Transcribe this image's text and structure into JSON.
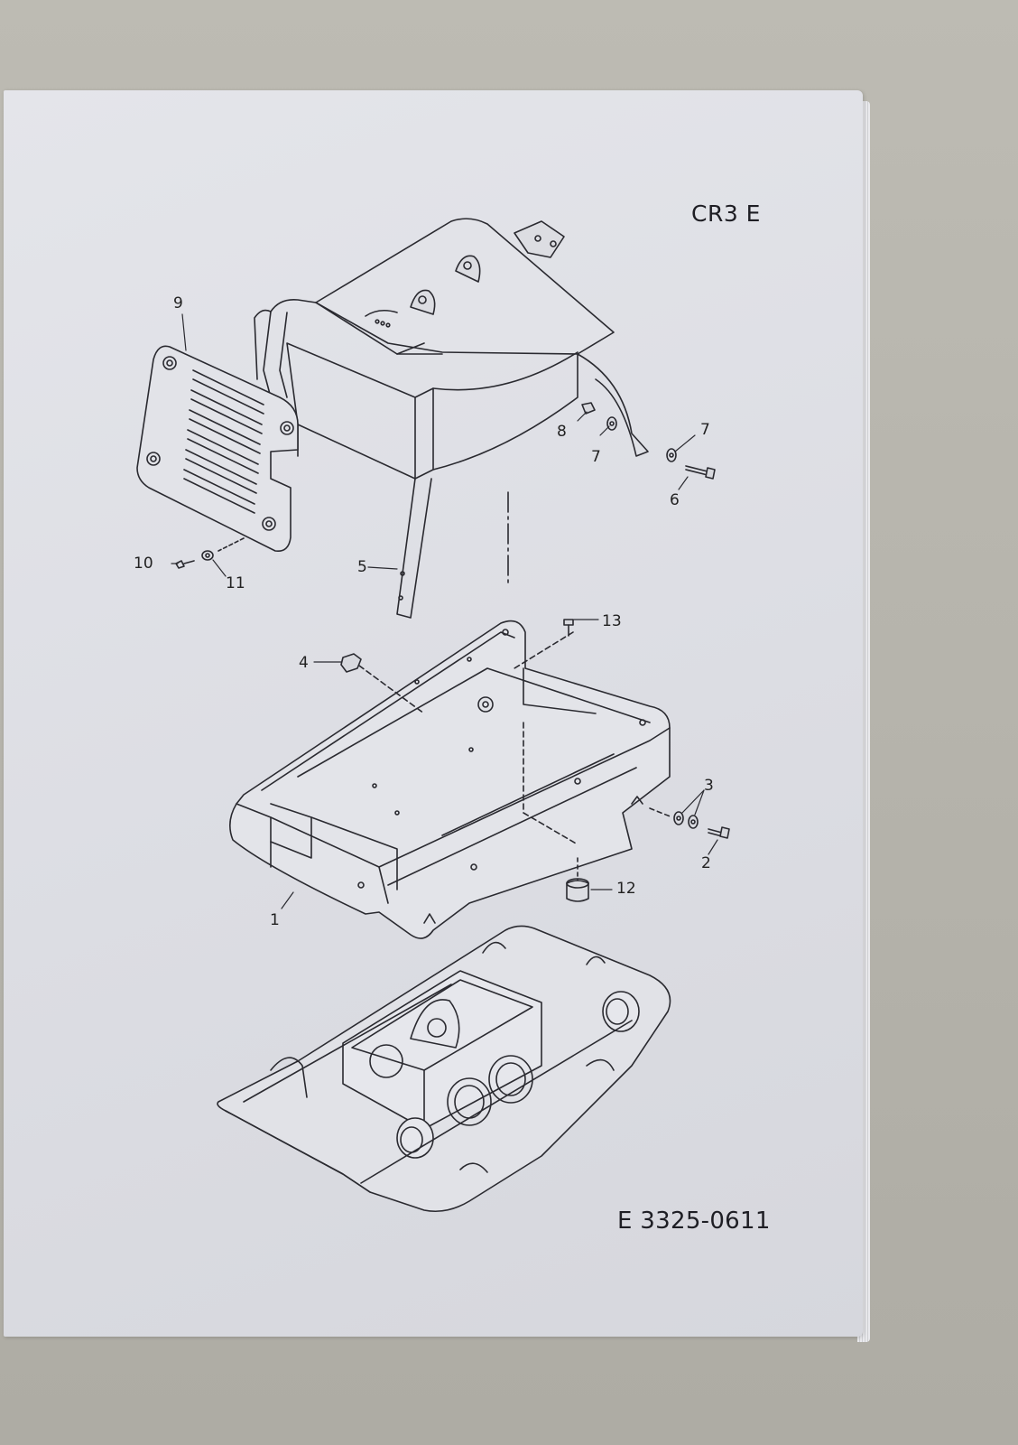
{
  "document": {
    "model": "CR3 E",
    "drawing_number": "E 3325-0611"
  },
  "callouts": {
    "c1": "1",
    "c2": "2",
    "c3": "3",
    "c4": "4",
    "c5": "5",
    "c6": "6",
    "c7a": "7",
    "c7b": "7",
    "c8": "8",
    "c9": "9",
    "c10": "10",
    "c11": "11",
    "c12": "12",
    "c13": "13"
  },
  "colors": {
    "paper": "#dfe0e5",
    "ink": "#1e1e24"
  }
}
